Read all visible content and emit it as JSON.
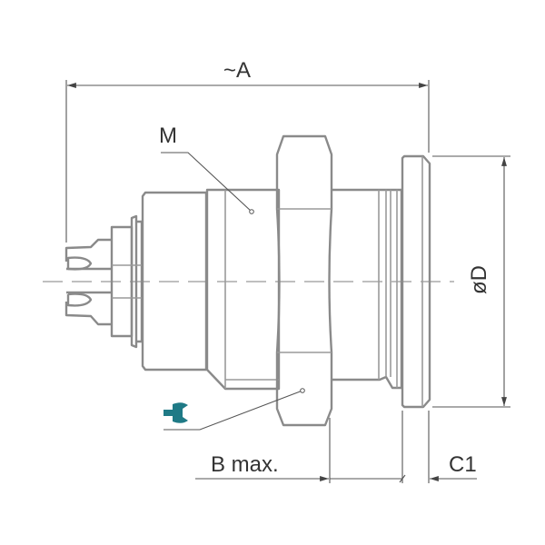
{
  "dimensions": {
    "length": "~A",
    "thread": "M",
    "panel_thickness": "B max.",
    "flange_offset": "C1",
    "diameter": "øD"
  },
  "icons": {
    "wrench": "wrench-icon"
  },
  "colors": {
    "outline": "#8a8a8a",
    "dimension": "#555555",
    "accent": "#1f7a86"
  }
}
